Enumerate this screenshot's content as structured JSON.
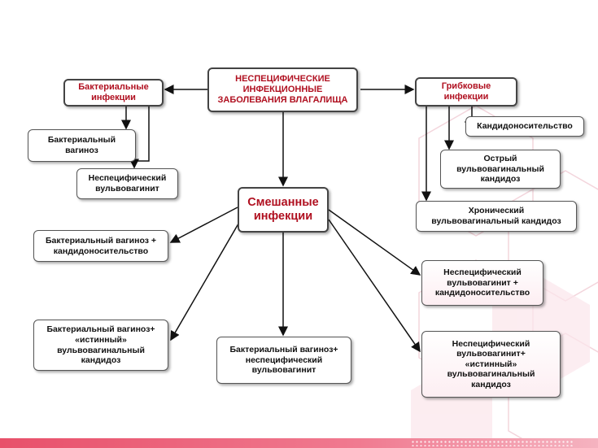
{
  "diagram": {
    "root": "НЕСПЕЦИФИЧЕСКИЕ\nИНФЕКЦИОННЫЕ\nЗАБОЛЕВАНИЯ ВЛАГАЛИЩА",
    "bacterial": "Бактериальные\nинфекции",
    "fungal": "Грибковые\nинфекции",
    "mixed": "Смешанные\nинфекции",
    "bacterial_children": [
      "Бактериальный\nвагиноз",
      "Неспецифический\nвульвовагинит"
    ],
    "fungal_children": [
      "Кандидоносительство",
      "Острый\nвульвовагинальный\nкандидоз",
      "Хронический\nвульвовагинальный кандидоз"
    ],
    "mixed_children": [
      "Бактериальный вагиноз +\nкандидоносительство",
      "Бактериальный вагиноз+\n«истинный»\nвульвовагинальный\nкандидоз",
      "Бактериальный вагиноз+\nнеспецифический\nвульвовагинит",
      "Неспецифический\nвульвовагинит +\nкандидоносительство",
      "Неспецифический\nвульвовагинит+\n«истинный»\nвульвовагинальный\nкандидоз"
    ]
  },
  "colors": {
    "title_red": "#b01020",
    "accent_pink": "#e8506a"
  }
}
